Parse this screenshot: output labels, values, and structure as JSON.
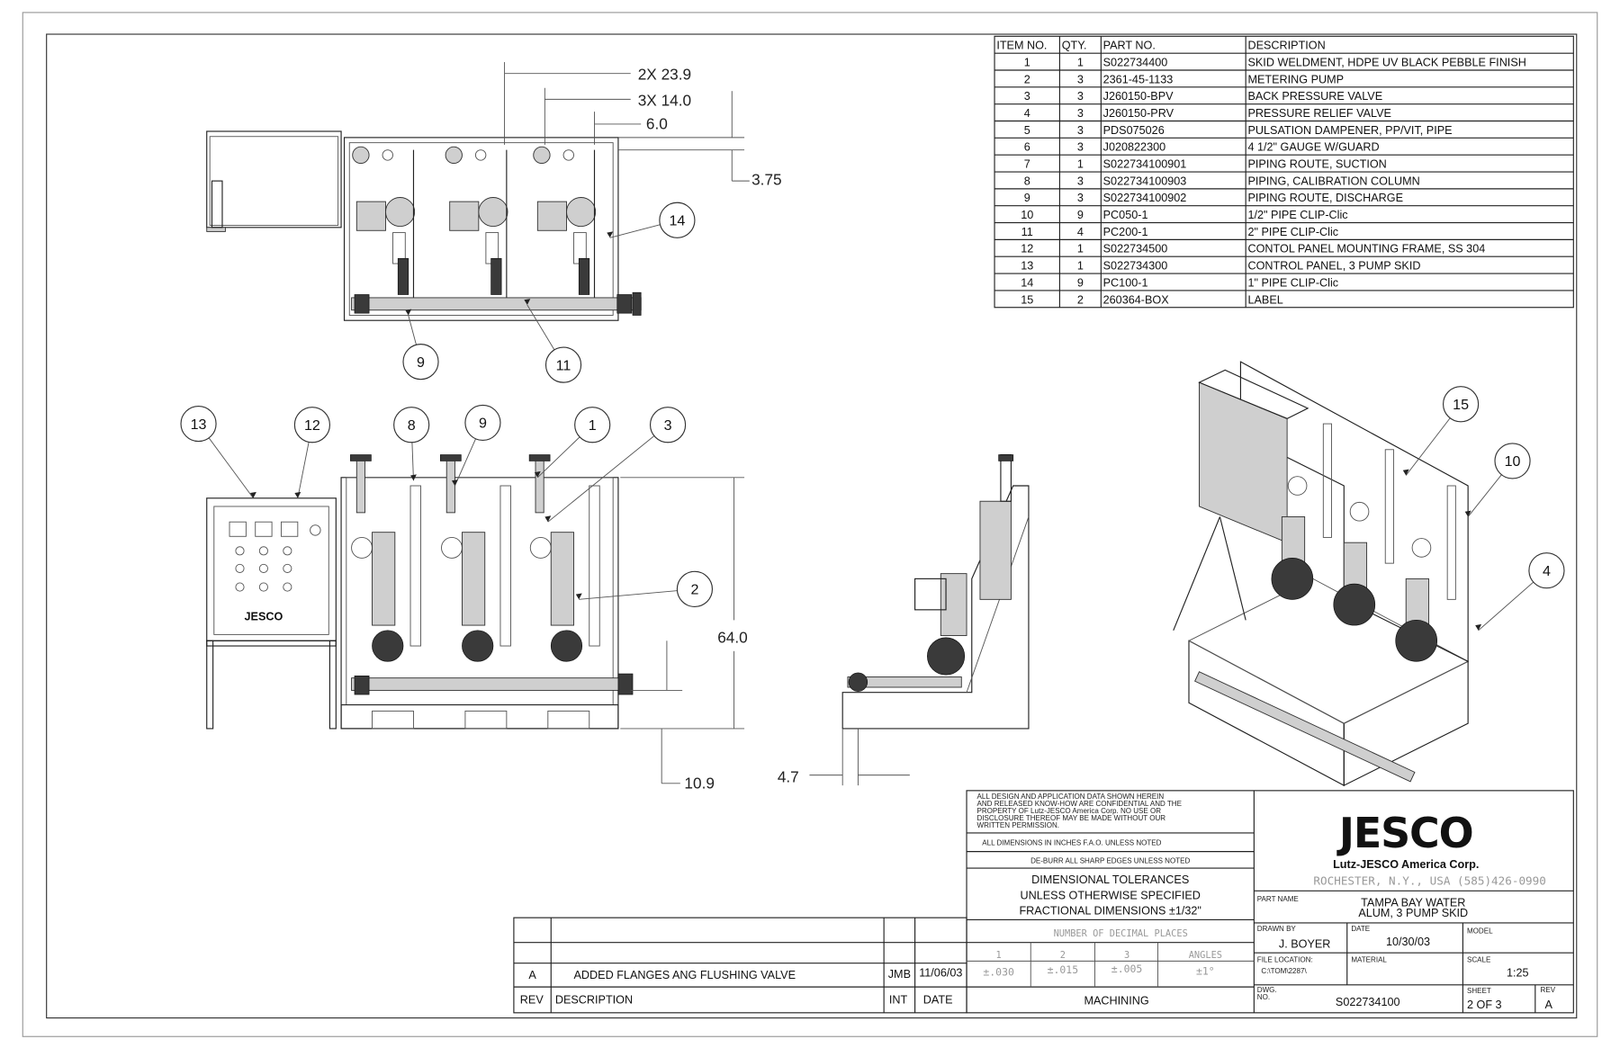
{
  "bom": {
    "headers": [
      "ITEM NO.",
      "QTY.",
      "PART NO.",
      "DESCRIPTION"
    ],
    "rows": [
      [
        "1",
        "1",
        "S022734400",
        "SKID WELDMENT, HDPE UV BLACK PEBBLE FINISH"
      ],
      [
        "2",
        "3",
        "2361-45-1133",
        "METERING PUMP"
      ],
      [
        "3",
        "3",
        "J260150-BPV",
        "BACK PRESSURE VALVE"
      ],
      [
        "4",
        "3",
        "J260150-PRV",
        "PRESSURE RELIEF VALVE"
      ],
      [
        "5",
        "3",
        "PDS075026",
        "PULSATION DAMPENER, PP/VIT, PIPE"
      ],
      [
        "6",
        "3",
        "J020822300",
        "4 1/2\" GAUGE W/GUARD"
      ],
      [
        "7",
        "1",
        "S022734100901",
        "PIPING ROUTE, SUCTION"
      ],
      [
        "8",
        "3",
        "S022734100903",
        "PIPING, CALIBRATION COLUMN"
      ],
      [
        "9",
        "3",
        "S022734100902",
        "PIPING ROUTE, DISCHARGE"
      ],
      [
        "10",
        "9",
        "PC050-1",
        "1/2\" PIPE CLIP-Clic"
      ],
      [
        "11",
        "4",
        "PC200-1",
        "2\" PIPE CLIP-Clic"
      ],
      [
        "12",
        "1",
        "S022734500",
        "CONTOL PANEL MOUNTING FRAME, SS 304"
      ],
      [
        "13",
        "1",
        "S022734300",
        "CONTROL PANEL, 3 PUMP SKID"
      ],
      [
        "14",
        "9",
        "PC100-1",
        "1\" PIPE CLIP-Clic"
      ],
      [
        "15",
        "2",
        "260364-BOX",
        "LABEL"
      ]
    ]
  },
  "dimensions": {
    "d1": "2X 23.9",
    "d2": "3X 14.0",
    "d3": "6.0",
    "d4": "3.75",
    "d5": "64.0",
    "d6": "10.9",
    "d7": "4.7"
  },
  "balloons": {
    "top": [
      "14",
      "9",
      "11"
    ],
    "front": [
      "13",
      "12",
      "8",
      "9",
      "1",
      "3",
      "2"
    ],
    "iso": [
      "15",
      "10",
      "4"
    ]
  },
  "panel_logo": "JESCO",
  "title_block": {
    "confidential": [
      "ALL DESIGN AND APPLICATION DATA SHOWN HEREIN",
      "AND RELEASED KNOW-HOW ARE CONFIDENTIAL AND THE",
      "PROPERTY OF Lutz-JESCO America Corp. NO USE OR",
      "DISCLOSURE THEREOF MAY BE MADE WITHOUT OUR",
      "WRITTEN PERMISSION."
    ],
    "dims_note": "ALL DIMENSIONS IN INCHES F.A.O.   UNLESS NOTED",
    "deburr": "DE-BURR ALL SHARP EDGES UNLESS NOTED",
    "tolerances": [
      "DIMENSIONAL TOLERANCES",
      "UNLESS OTHERWISE SPECIFIED",
      "FRACTIONAL DIMENSIONS ±1/32\""
    ],
    "decimal_label": "NUMBER OF DECIMAL PLACES",
    "decimal_headers": [
      "1",
      "2",
      "3",
      "ANGLES"
    ],
    "decimal_values": [
      "±.030",
      "±.015",
      "±.005",
      "±1°"
    ],
    "machining": "MACHINING",
    "logo": "JESCO",
    "company": "Lutz-JESCO America Corp.",
    "address": "ROCHESTER, N.Y., USA (585)426-0990",
    "part_name_label": "PART NAME",
    "part_name": [
      "TAMPA BAY WATER",
      "ALUM, 3 PUMP SKID"
    ],
    "drawn_by_label": "DRAWN BY",
    "drawn_by": "J. BOYER",
    "date_label": "DATE",
    "date": "10/30/03",
    "model_label": "MODEL",
    "file_location_label": "FILE LOCATION:",
    "file_location": "C:\\TOM\\2287\\",
    "material_label": "MATERIAL",
    "scale_label": "SCALE",
    "scale": "1:25",
    "dwg_no_label": [
      "DWG.",
      "NO."
    ],
    "dwg_no": "S022734100",
    "sheet_label": "SHEET",
    "sheet": "2 OF 3",
    "rev_label": "REV",
    "rev": "A"
  },
  "revisions": {
    "headers": [
      "REV",
      "DESCRIPTION",
      "INT",
      "DATE"
    ],
    "rows": [
      [
        "A",
        "ADDED FLANGES ANG FLUSHING VALVE",
        "JMB",
        "11/06/03"
      ]
    ]
  }
}
